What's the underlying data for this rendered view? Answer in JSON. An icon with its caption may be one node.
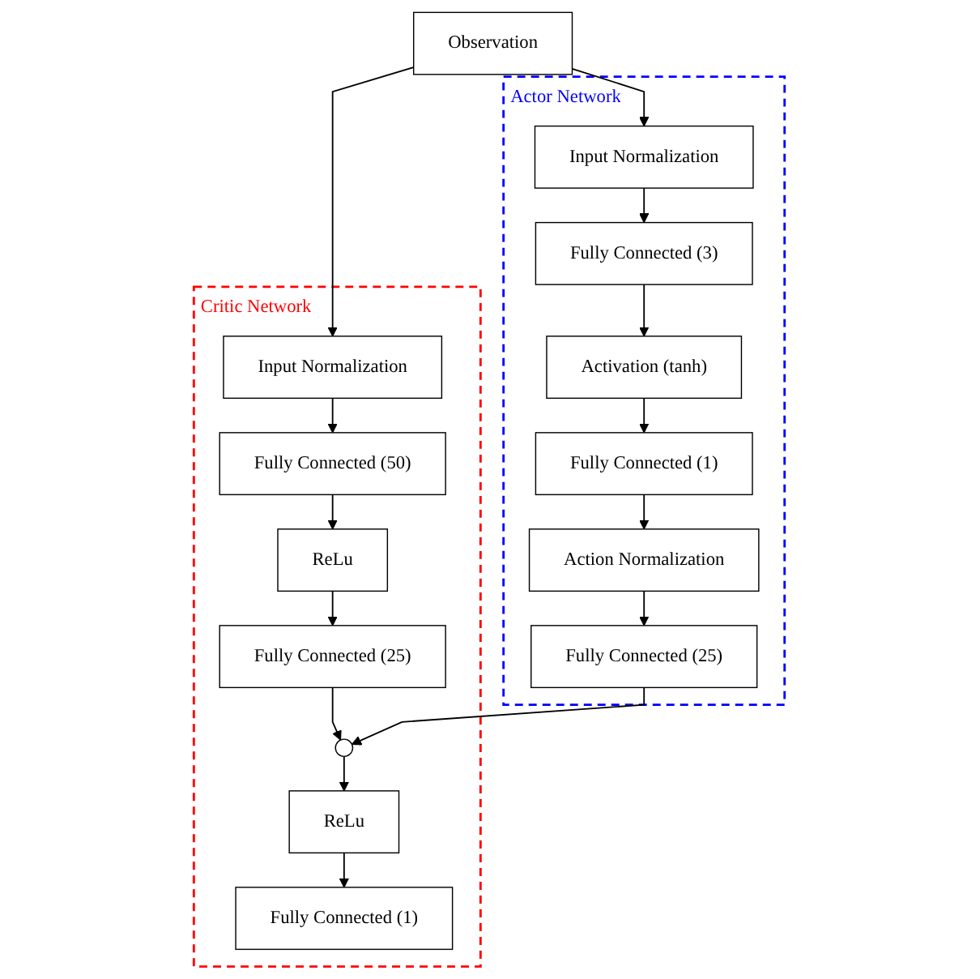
{
  "diagram": {
    "nodes": [
      {
        "text": [
          "Observation"
        ]
      },
      {
        "text": [
          "Critic Network"
        ]
      },
      {
        "text": [
          "Input Normalization"
        ],
        "in": 1
      },
      {
        "text": [
          "Fully Connected (50)"
        ],
        "in": 1
      },
      {
        "text": [
          "ReLu"
        ],
        "in": 1
      },
      {
        "text": [
          "Fully Connected (25)"
        ],
        "in": 1
      },
      {
        "text": [
          "Actor Network"
        ]
      },
      {
        "text": [
          "Input Normalization"
        ],
        "in": 6
      },
      {
        "text": [
          "Fully Connected (3)"
        ],
        "in": 6
      },
      {
        "text": [
          "Activation (tanh)"
        ],
        "in": 6
      },
      {
        "text": [
          "Fully Connected (1)"
        ],
        "in": 6
      },
      {
        "text": [
          "Action Normalization"
        ],
        "in": 6
      },
      {
        "text": [
          "Fully Connected (25)"
        ],
        "in": 6
      },
      {
        "text": [],
        "shape": "circle",
        "in": 1
      },
      {
        "text": [
          "ReLu"
        ],
        "in": 1
      },
      {
        "text": [
          "Fully Connected (1)"
        ],
        "in": 1
      }
    ],
    "edges": [
      {
        "from": 0,
        "to": 2,
        "arrow": "to"
      },
      {
        "from": 0,
        "to": 7,
        "arrow": "to"
      },
      {
        "from": 2,
        "to": 3,
        "arrow": "to"
      },
      {
        "from": 3,
        "to": 4,
        "arrow": "to"
      },
      {
        "from": 4,
        "to": 5,
        "arrow": "to"
      },
      {
        "from": 7,
        "to": 8,
        "arrow": "to"
      },
      {
        "from": 8,
        "to": 9,
        "arrow": "to"
      },
      {
        "from": 9,
        "to": 10,
        "arrow": "to"
      },
      {
        "from": 10,
        "to": 11,
        "arrow": "to"
      },
      {
        "from": 11,
        "to": 12,
        "arrow": "to"
      },
      {
        "from": 5,
        "to": 13,
        "arrow": "to"
      },
      {
        "from": 12,
        "to": 13,
        "arrow": "to"
      },
      {
        "from": 13,
        "to": 14,
        "arrow": "to"
      },
      {
        "from": 14,
        "to": 15,
        "arrow": "to"
      }
    ]
  }
}
